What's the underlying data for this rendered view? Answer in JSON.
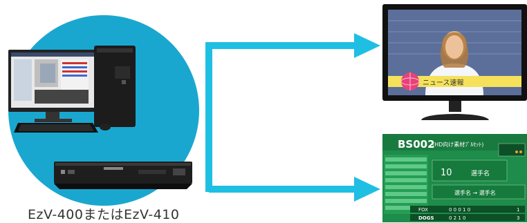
{
  "caption": "EzV-400またはEzV-410",
  "colors": {
    "circle": "#1aa7cf",
    "arrow": "#1fbfe3",
    "screen_bg": "#5b6f9a",
    "score_bg": "#1e8c4a"
  },
  "tv": {
    "banner_text": "ニュース速報"
  },
  "scoreboard": {
    "title": "BS002",
    "subtitle": "(HD向け素材ﾌﾟﾙｾｯﾄ)",
    "player_label": "選手名",
    "number": "10",
    "change_text": "選手名 → 選手名",
    "teams": [
      {
        "name": "FOX",
        "scores": "0 0 0 1 0",
        "total": "1"
      },
      {
        "name": "DOGS",
        "scores": "0 2 1 0",
        "total": "3"
      }
    ]
  }
}
